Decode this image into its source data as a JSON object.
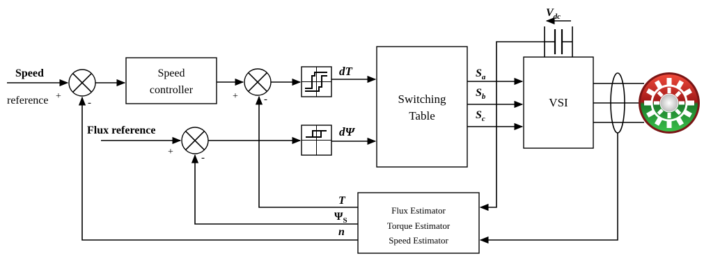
{
  "inputs": {
    "speed_line1": "Speed",
    "speed_line2": "reference",
    "flux": "Flux reference"
  },
  "blocks": {
    "speed_controller": [
      "Speed",
      "controller"
    ],
    "switching_table": [
      "Switching",
      "Table"
    ],
    "vsi": "VSI",
    "estimator": [
      "Flux Estimator",
      "Torque Estimator",
      "Speed Estimator"
    ]
  },
  "signals": {
    "dT": "dT",
    "dPsi": "dΨ",
    "Sa": "S",
    "Sa_sub": "a",
    "Sb": "S",
    "Sb_sub": "b",
    "Sc": "S",
    "Sc_sub": "c",
    "Vdc": "V",
    "Vdc_sub": "dc",
    "T": "T",
    "PsiS": "Ψ",
    "PsiS_sub": "S",
    "n": "n"
  },
  "signs": {
    "plus": "+",
    "minus": "-"
  },
  "colors": {
    "motor_outer": "#8b1a1a",
    "motor_red": "#e03a2a",
    "motor_green": "#2a9a3a",
    "motor_teeth": "#ffffff"
  }
}
